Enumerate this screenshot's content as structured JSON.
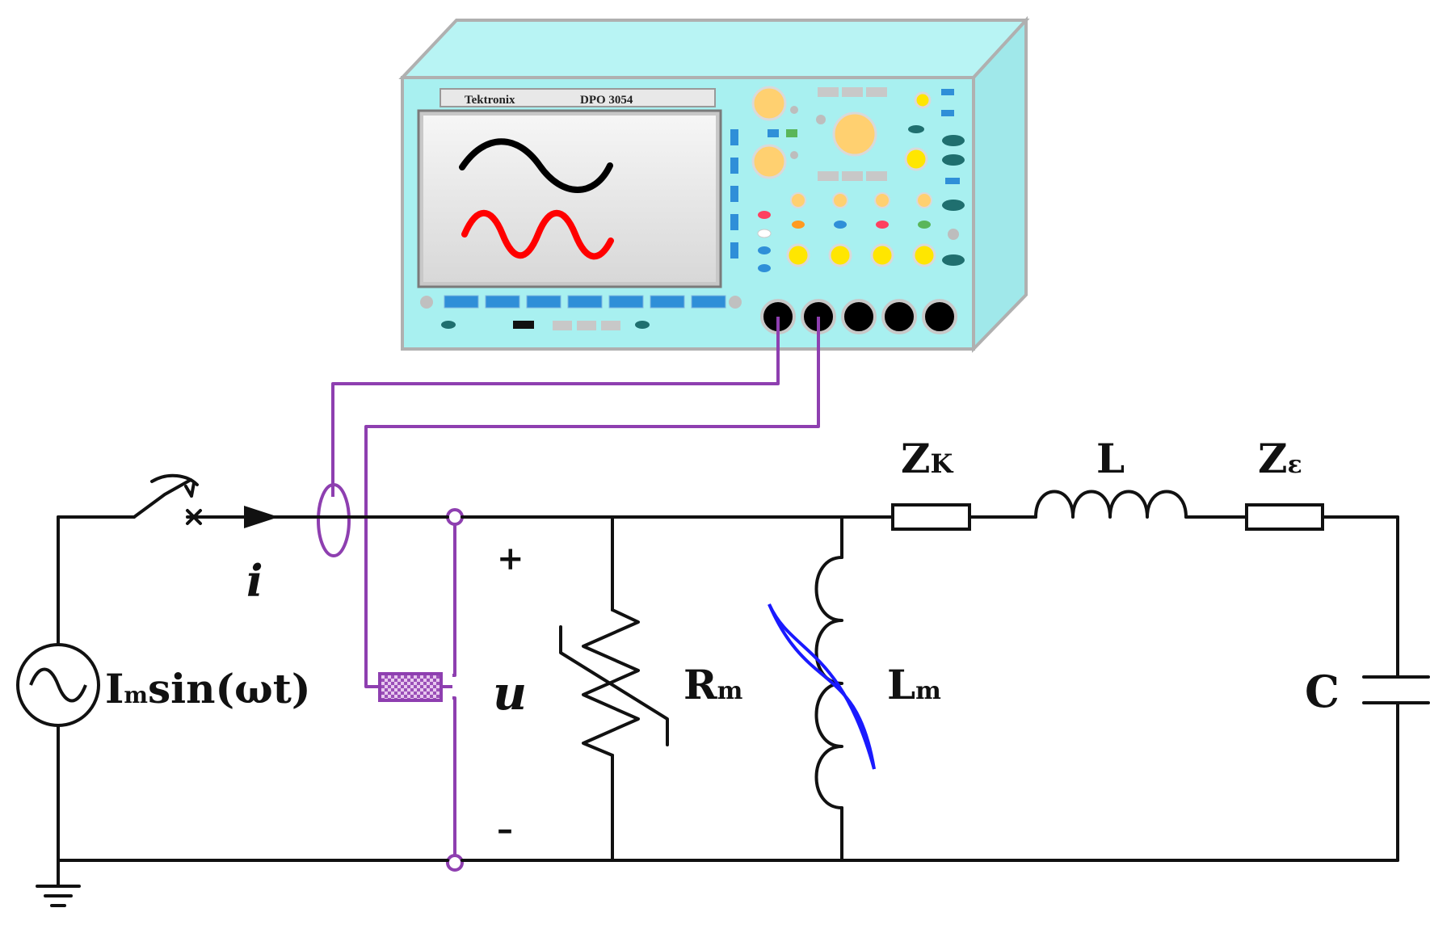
{
  "oscilloscope": {
    "brand": "Tektronix",
    "model": "DPO 3054",
    "traces": [
      "black",
      "red"
    ],
    "body_color": "#a8f0f0"
  },
  "circuit": {
    "source_label_main": "I",
    "source_label_sub": "m",
    "source_label_rest": "sin(ωt)",
    "current_label": "i",
    "voltage_label": "u",
    "plus_sign": "+",
    "minus_sign": "–",
    "rm_main": "R",
    "rm_sub": "m",
    "lm_main": "L",
    "lm_sub": "m",
    "zk_main": "Z",
    "zk_sub": "K",
    "l_label": "L",
    "ze_main": "Z",
    "ze_sub": "ε",
    "c_label": "C"
  },
  "colors": {
    "wire": "#111111",
    "probe": "#8e3fb0",
    "curve": "#1a1aff",
    "trace_red": "#ff0000",
    "knob_yellow": "#ffe600",
    "knob_orange": "#ffd070",
    "button_blue": "#2f8fd8"
  }
}
